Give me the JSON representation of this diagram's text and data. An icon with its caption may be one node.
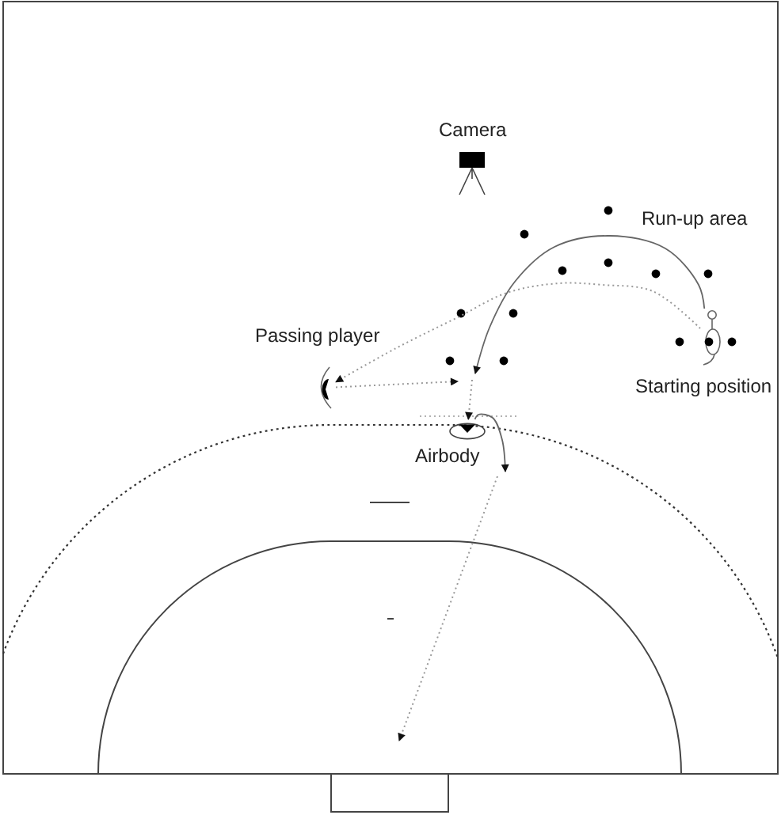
{
  "diagram": {
    "nodes": [
      {
        "text": [
          "Passing player"
        ]
      },
      {
        "text": [
          "Starting position"
        ]
      },
      {
        "text": [
          "Airbody"
        ]
      }
    ],
    "edges": [
      {
        "from": 1,
        "to": 0,
        "arrow": "to",
        "style": "dashed"
      },
      {
        "from": 0,
        "to": null,
        "arrow": "to",
        "style": "dashed"
      },
      {
        "from": 1,
        "to": null,
        "arrow": "to"
      },
      {
        "from": null,
        "to": 2,
        "arrow": "to",
        "style": "dashed"
      },
      {
        "from": 2,
        "to": null,
        "arrow": "to"
      }
    ],
    "labels": [
      "Camera",
      "Run-up area"
    ]
  }
}
